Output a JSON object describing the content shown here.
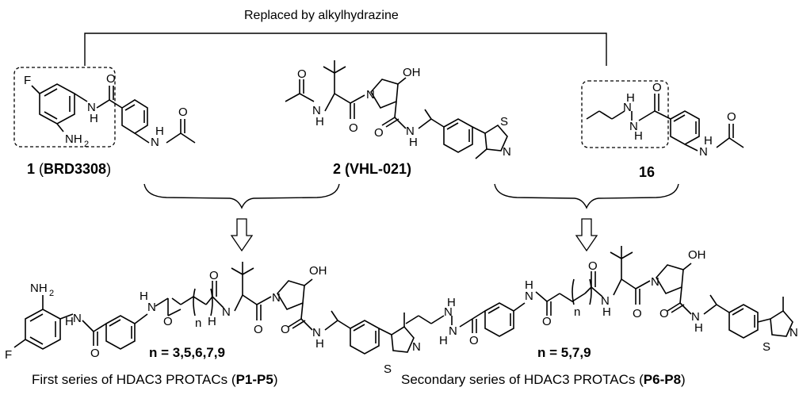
{
  "top_note": "Replaced by alkylhydrazine",
  "compounds": {
    "c1": {
      "num": "1",
      "open": " (",
      "name": "BRD3308",
      "close": ")"
    },
    "c2": {
      "label": "2 (VHL-021)"
    },
    "c16": {
      "label": "16"
    }
  },
  "conditions": {
    "first": "n = 3,5,6,7,9",
    "second": "n = 5,7,9"
  },
  "captions": {
    "first": {
      "prefix": "First series of HDAC3 PROTACs (",
      "bold": "P1-P5",
      "suffix": ")"
    },
    "second": {
      "prefix": "Secondary series of HDAC3 PROTACs (",
      "bold": "P6-P8",
      "suffix": ")"
    }
  },
  "atoms": {
    "F": "F",
    "NH2": "NH",
    "NH2_sub": "2",
    "H": "H",
    "N": "N",
    "O": "O",
    "OH": "OH",
    "S": "S",
    "n": "n"
  }
}
